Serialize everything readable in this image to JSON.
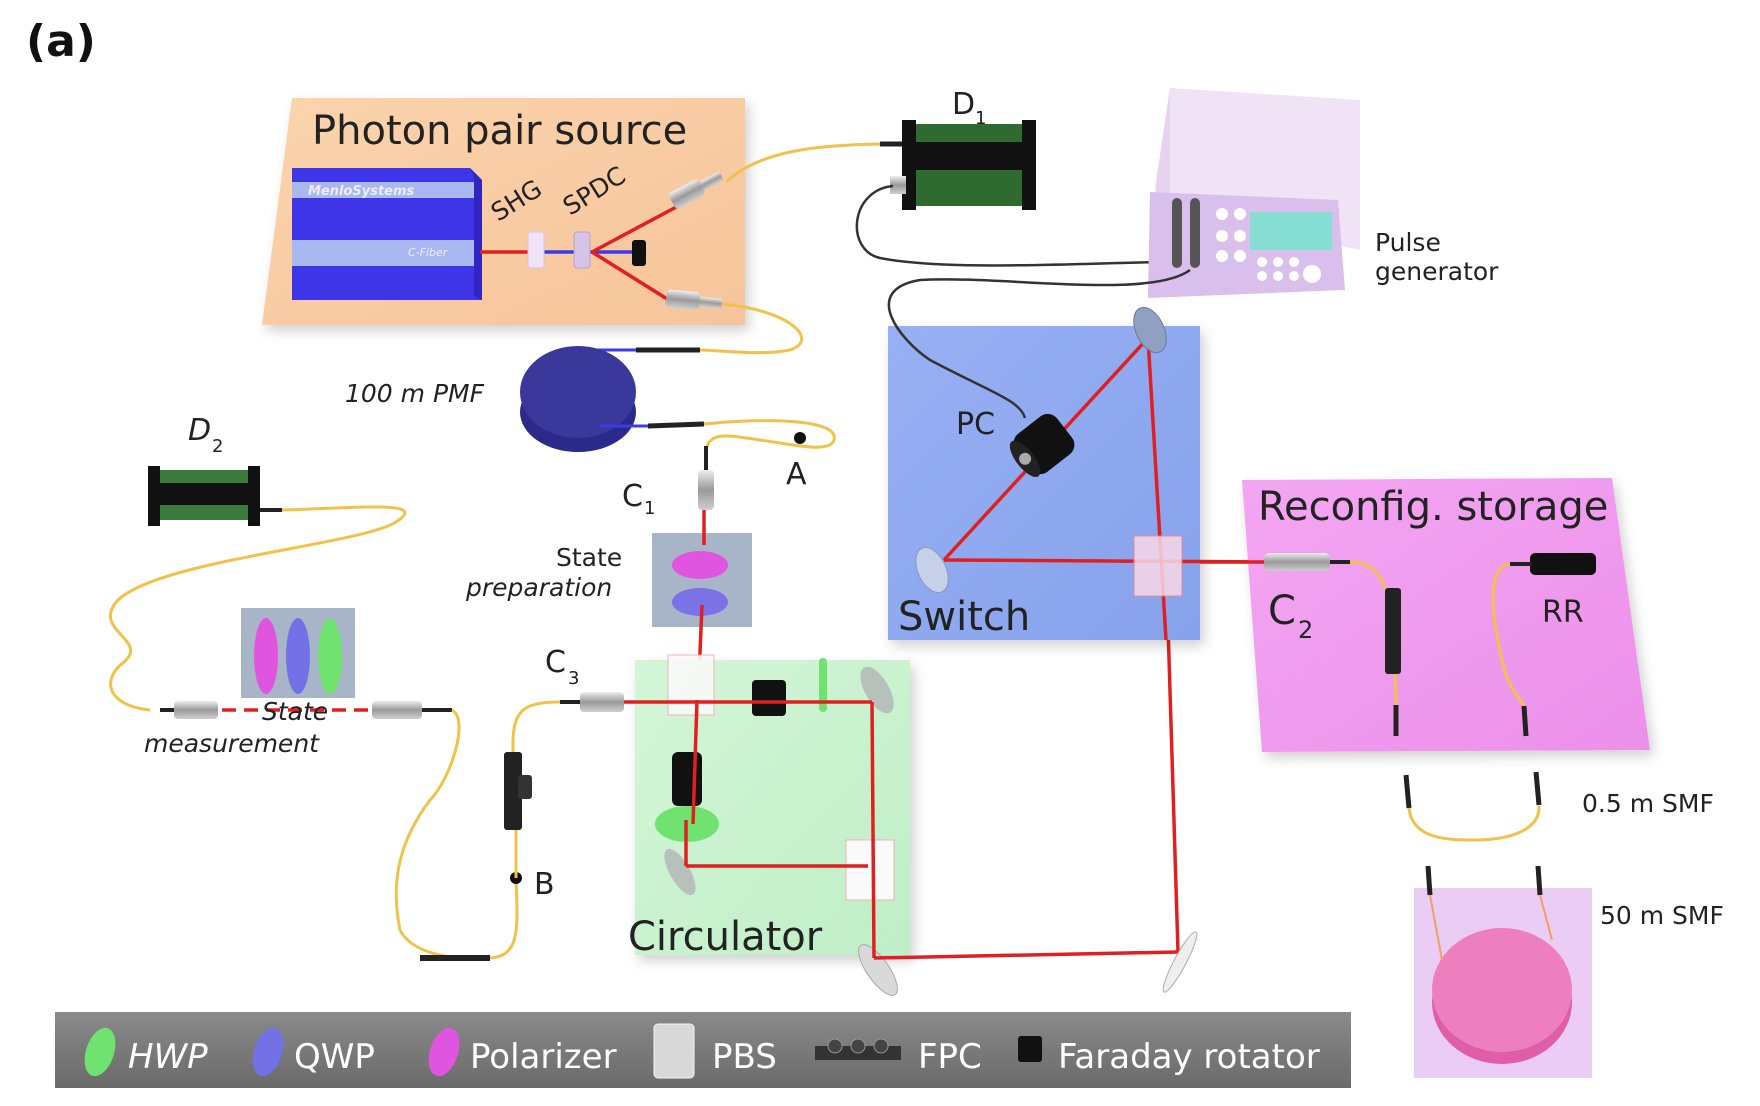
{
  "figure": {
    "panel_label": "(a)",
    "modules": {
      "source": {
        "title": "Photon pair source",
        "laser_brand": "MenloSystems",
        "laser_model": "C-Fiber",
        "shg": "SHG",
        "spdc": "SPDC",
        "color": "#f7c9a0"
      },
      "switch": {
        "title": "Switch",
        "pc": "PC",
        "color": "#8fa9ef"
      },
      "circulator": {
        "title": "Circulator",
        "color": "#c9f2cf"
      },
      "storage": {
        "title": "Reconfig. storage",
        "c2": "C",
        "c2_sub": "2",
        "rr": "RR",
        "color": "#f19cf0"
      }
    },
    "labels": {
      "d1": "D",
      "d1_sub": "1",
      "d2": "D",
      "d2_sub": "2",
      "pulse_generator_line1": "Pulse",
      "pulse_generator_line2": "generator",
      "pmf": "100 m PMF",
      "point_a": "A",
      "point_b": "B",
      "c1": "C",
      "c1_sub": "1",
      "c3": "C",
      "c3_sub": "3",
      "state_prep_line1": "State",
      "state_prep_line2": "preparation",
      "state_meas_line1": "State",
      "state_meas_line2": "measurement",
      "smf_short": "0.5 m SMF",
      "smf_long": "50 m SMF"
    },
    "legend": {
      "items": [
        {
          "label": "HWP",
          "icon": "hwp-icon",
          "color": "#6fe26f"
        },
        {
          "label": "QWP",
          "icon": "qwp-icon",
          "color": "#7272e6"
        },
        {
          "label": "Polarizer",
          "icon": "polarizer-icon",
          "color": "#e055e0"
        },
        {
          "label": "PBS",
          "icon": "pbs-icon",
          "color": "#d8d8d8"
        },
        {
          "label": "FPC",
          "icon": "fpc-icon",
          "color": "#333333"
        },
        {
          "label": "Faraday rotator",
          "icon": "faraday-rotator-icon",
          "color": "#111111"
        }
      ],
      "background": "#777777"
    }
  }
}
